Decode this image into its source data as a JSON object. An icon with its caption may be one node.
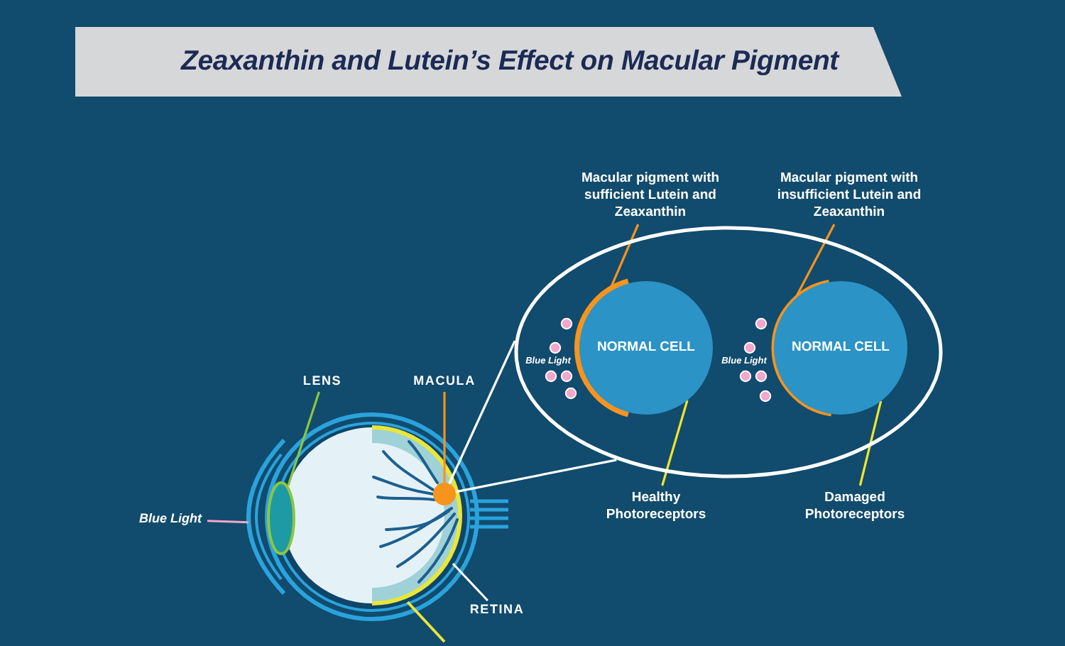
{
  "diagram": {
    "title": "Zeaxanthin and Lutein’s Effect on Macular Pigment",
    "nodes": [
      {
        "text": [
          "LENS"
        ]
      },
      {
        "text": [
          "MACULA"
        ]
      },
      {
        "text": [
          "Blue Light"
        ]
      },
      {
        "text": [
          "RETINA"
        ]
      },
      {
        "text": [],
        "shape": "circle",
        "in": 14
      },
      {
        "text": [],
        "shape": "ellipse"
      },
      {
        "text": [
          "Macular pigment with sufficient Lutein and Zeaxanthin"
        ]
      },
      {
        "text": [
          "Macular pigment with insufficient Lutein and Zeaxanthin"
        ]
      },
      {
        "text": [
          "Blue Light"
        ],
        "in": 5
      },
      {
        "text": [
          "NORMAL CELL"
        ],
        "in": 5
      },
      {
        "text": [
          "Blue Light"
        ],
        "in": 5
      },
      {
        "text": [
          "NORMAL CELL"
        ],
        "in": 5
      },
      {
        "text": [
          "Healthy Photoreceptors"
        ]
      },
      {
        "text": [
          "Damaged Photoreceptors"
        ]
      },
      {
        "text": [],
        "shape": "picture"
      }
    ],
    "edges": [
      {
        "from": 0,
        "to": 14,
        "arrow": "none",
        "color": "#8dc63f"
      },
      {
        "from": 1,
        "to": 4,
        "arrow": "none",
        "color": "#f7941d"
      },
      {
        "from": 2,
        "to": 14,
        "arrow": "none",
        "color": "#f4a6c8"
      },
      {
        "from": 3,
        "to": 14,
        "arrow": "none",
        "color": "#ffffff"
      },
      {
        "from": 4,
        "to": 5,
        "arrow": "none",
        "color": "#ffffff"
      },
      {
        "from": 4,
        "to": 5,
        "arrow": "none",
        "color": "#ffffff"
      },
      {
        "from": 6,
        "to": 9,
        "arrow": "none",
        "color": "#f7941d"
      },
      {
        "from": 7,
        "to": 11,
        "arrow": "none",
        "color": "#f7941d"
      },
      {
        "from": 12,
        "to": 9,
        "arrow": "none",
        "color": "#f2e52b"
      },
      {
        "from": 13,
        "to": 11,
        "arrow": "none",
        "color": "#f2e52b"
      }
    ]
  }
}
